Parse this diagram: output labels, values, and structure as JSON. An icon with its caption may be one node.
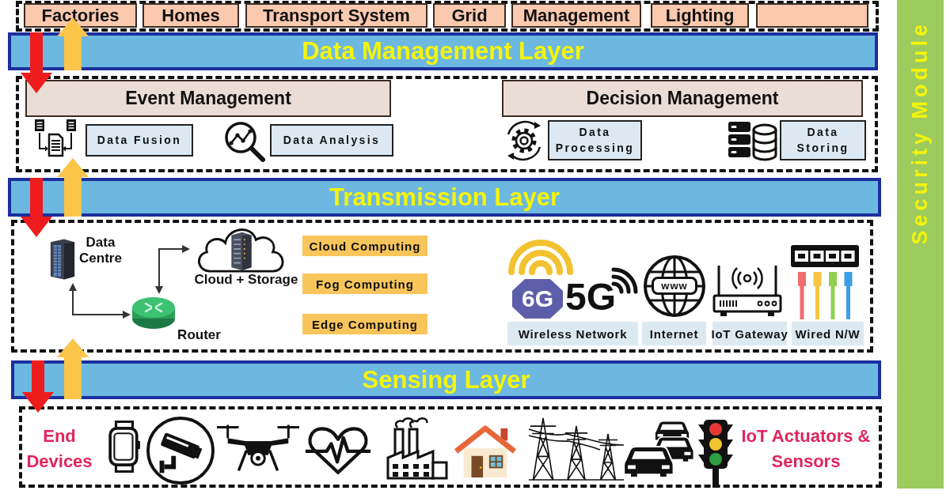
{
  "diagram": {
    "nodes": [
      {
        "text": [],
        "shape": "box"
      },
      {
        "text": [
          "Factories"
        ],
        "in": 0
      },
      {
        "text": [
          "Homes"
        ],
        "in": 0
      },
      {
        "text": [
          "Transport System"
        ],
        "in": 0
      },
      {
        "text": [
          "Grid"
        ],
        "in": 0
      },
      {
        "text": [
          "Management"
        ],
        "in": 0
      },
      {
        "text": [
          "Lighting"
        ],
        "in": 0
      },
      {
        "text": [],
        "shape": "box",
        "in": 0
      },
      {
        "text": [
          "Data Management Layer"
        ]
      },
      {
        "text": [],
        "shape": "box"
      },
      {
        "text": [
          "Event Management"
        ],
        "in": 9
      },
      {
        "text": [
          "Decision Management"
        ],
        "in": 9
      },
      {
        "text": [
          "Data Fusion"
        ],
        "in": 9
      },
      {
        "text": [
          "Data Analysis"
        ],
        "in": 9
      },
      {
        "text": [
          "Data Processing"
        ],
        "in": 9
      },
      {
        "text": [
          "Data Storing"
        ],
        "in": 9
      },
      {
        "text": [
          "Transmission Layer"
        ]
      },
      {
        "text": [],
        "shape": "box"
      },
      {
        "text": [
          "Data Centre"
        ],
        "in": 17
      },
      {
        "text": [
          "Cloud + Storage"
        ],
        "in": 17
      },
      {
        "text": [
          "Router"
        ],
        "in": 17
      },
      {
        "text": [
          "Cloud Computing"
        ],
        "in": 17
      },
      {
        "text": [
          "Fog Computing"
        ],
        "in": 17
      },
      {
        "text": [
          "Edge Computing"
        ],
        "in": 17
      },
      {
        "text": [
          "Wireless Network"
        ],
        "in": 17
      },
      {
        "text": [
          "Internet"
        ],
        "in": 17
      },
      {
        "text": [
          "IoT Gateway"
        ],
        "in": 17
      },
      {
        "text": [
          "Wired N/W"
        ],
        "in": 17
      },
      {
        "text": [
          "Sensing Layer"
        ]
      },
      {
        "text": [],
        "shape": "box"
      },
      {
        "text": [
          "End Devices"
        ],
        "in": 29
      },
      {
        "text": [
          "IoT Actuators & Sensors"
        ],
        "in": 29
      },
      {
        "text": [
          "Security Module"
        ]
      }
    ],
    "edges": [
      {
        "from": 8,
        "to": 0,
        "arrow": "to",
        "color": "#fbc549"
      },
      {
        "from": 8,
        "to": 9,
        "arrow": "to",
        "color": "#ee1c1c"
      },
      {
        "from": 16,
        "to": 9,
        "arrow": "to",
        "color": "#fbc549"
      },
      {
        "from": 16,
        "to": 17,
        "arrow": "to",
        "color": "#ee1c1c"
      },
      {
        "from": 28,
        "to": 17,
        "arrow": "to",
        "color": "#fbc549"
      },
      {
        "from": 28,
        "to": 29,
        "arrow": "to",
        "color": "#ee1c1c"
      },
      {
        "from": 18,
        "to": 20,
        "arrow": "both",
        "color": "#333333"
      },
      {
        "from": 20,
        "to": 19,
        "arrow": "both",
        "color": "#333333"
      }
    ],
    "labels": [
      "6G",
      "5G",
      "www"
    ]
  }
}
